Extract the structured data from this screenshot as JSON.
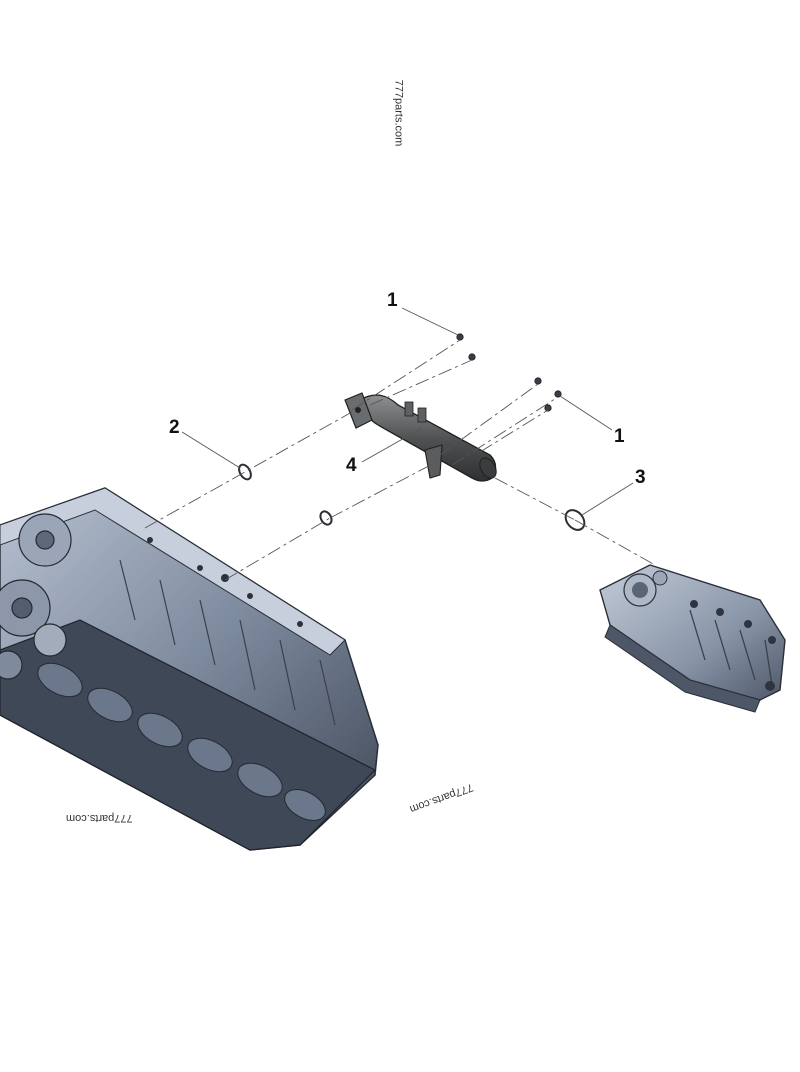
{
  "diagram": {
    "callouts": {
      "c1a": "1",
      "c1b": "1",
      "c2": "2",
      "c3": "3",
      "c4": "4"
    },
    "watermarks": {
      "top": "777parts.com",
      "bottom_left": "777parts.com",
      "bottom_center": "777parts.com"
    },
    "colors": {
      "part_fill": "#8a96a8",
      "part_dark": "#4a5566",
      "pipe_fill": "#4f5152",
      "leader": "#555555"
    }
  }
}
